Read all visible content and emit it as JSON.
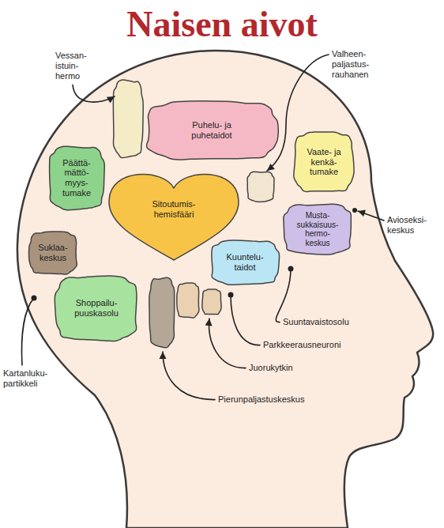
{
  "diagram": {
    "title": "Naisen aivot",
    "nodes": [
      {
        "text": [
          "Puhelu- ja puhetaidot"
        ]
      },
      {
        "text": [
          "Päättä- mättö- myys- tumake"
        ]
      },
      {
        "text": [
          "Vaate- ja kenkä- tumake"
        ]
      },
      {
        "text": [
          "Sitoutumis- hemisfääri"
        ]
      },
      {
        "text": [
          "Musta- sukkaisuus- hermo- keskus"
        ]
      },
      {
        "text": [
          "Suklaa- keskus"
        ]
      },
      {
        "text": [
          "Kuuntelu- taidot"
        ]
      },
      {
        "text": [
          "Shoppailu- puuskasolu"
        ]
      }
    ],
    "labels": [
      "Vessan- istuin- hermo",
      "Valheen- paljastus- rauhanen",
      "Avioseksi- keskus",
      "Suuntavaistosolu",
      "Parkkeerausneuroni",
      "Juorukytkin",
      "Pierunpaljastuskeskus",
      "Kartanluku- partikkeli"
    ]
  }
}
